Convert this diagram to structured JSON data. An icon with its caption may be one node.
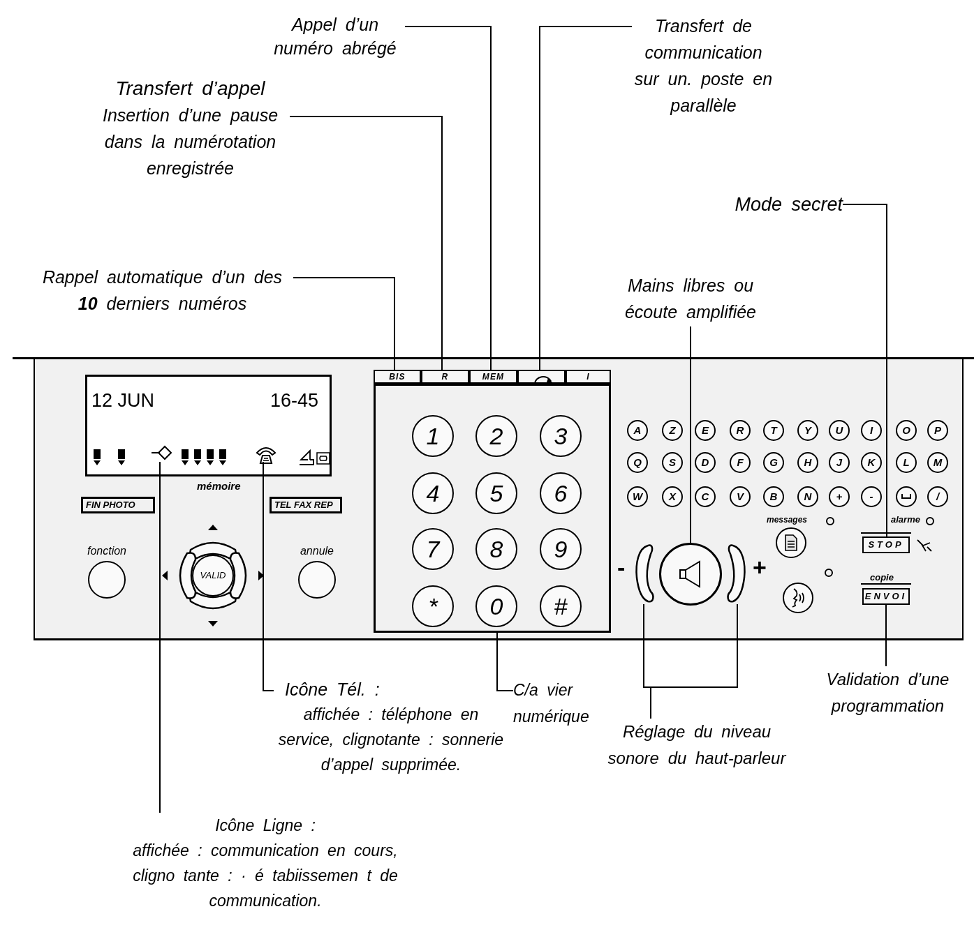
{
  "diagram": {
    "nodes": [
      {
        "text": [
          "Appel d’un numéro abrégé"
        ]
      },
      {
        "text": [
          "Transfert de communication sur un. poste en parallèle"
        ]
      },
      {
        "text": [
          "Transfert d’appel",
          "Insertion d’une pause dans la numérotation enregistrée"
        ]
      },
      {
        "text": [
          "Mode secret"
        ]
      },
      {
        "text": [
          "Rappel automatique d’un des **10** derniers numéros"
        ]
      },
      {
        "text": [
          "Mains libres ou écoute amplifiée"
        ]
      },
      {
        "text": [
          "BIS"
        ]
      },
      {
        "text": [
          "R"
        ]
      },
      {
        "text": [
          "MEM"
        ]
      },
      {
        "text": [],
        "shape": "box"
      },
      {
        "text": [
          "I"
        ]
      },
      {
        "text": [
          "12 JUN",
          "16-45"
        ]
      },
      {
        "text": [],
        "shape": "diamond",
        "in": 11
      },
      {
        "text": [],
        "shape": "picture",
        "in": 11
      },
      {
        "text": [
          "FIN PHOTO"
        ]
      },
      {
        "text": [
          "TEL FAX REP"
        ]
      },
      {
        "text": [
          "fonction"
        ]
      },
      {
        "text": [
          "VALID"
        ]
      },
      {
        "text": [
          "annule"
        ]
      },
      {
        "text": [],
        "shape": "box"
      },
      {
        "text": [
          "1"
        ],
        "in": 19
      },
      {
        "text": [
          "2"
        ],
        "in": 19
      },
      {
        "text": [
          "3"
        ],
        "in": 19
      },
      {
        "text": [
          "4"
        ],
        "in": 19
      },
      {
        "text": [
          "5"
        ],
        "in": 19
      },
      {
        "text": [
          "6"
        ],
        "in": 19
      },
      {
        "text": [
          "7"
        ],
        "in": 19
      },
      {
        "text": [
          "8"
        ],
        "in": 19
      },
      {
        "text": [
          "9"
        ],
        "in": 19
      },
      {
        "text": [
          "*"
        ],
        "in": 19
      },
      {
        "text": [
          "0"
        ],
        "in": 19
      },
      {
        "text": [
          "#"
        ],
        "in": 19
      },
      {
        "text": [
          "A"
        ]
      },
      {
        "text": [
          "Z"
        ]
      },
      {
        "text": [
          "E"
        ]
      },
      {
        "text": [
          "R"
        ]
      },
      {
        "text": [
          "T"
        ]
      },
      {
        "text": [
          "Y"
        ]
      },
      {
        "text": [
          "U"
        ]
      },
      {
        "text": [
          "I"
        ]
      },
      {
        "text": [
          "O"
        ]
      },
      {
        "text": [
          "P"
        ]
      },
      {
        "text": [
          "Q"
        ]
      },
      {
        "text": [
          "S"
        ]
      },
      {
        "text": [
          "D"
        ]
      },
      {
        "text": [
          "F"
        ]
      },
      {
        "text": [
          "G"
        ]
      },
      {
        "text": [
          "H"
        ]
      },
      {
        "text": [
          "J"
        ]
      },
      {
        "text": [
          "K"
        ]
      },
      {
        "text": [
          "L"
        ]
      },
      {
        "text": [
          "M"
        ]
      },
      {
        "text": [
          "W"
        ]
      },
      {
        "text": [
          "X"
        ]
      },
      {
        "text": [
          "C"
        ]
      },
      {
        "text": [
          "V"
        ]
      },
      {
        "text": [
          "B"
        ]
      },
      {
        "text": [
          "N"
        ]
      },
      {
        "text": [
          "+"
        ]
      },
      {
        "text": [
          "-"
        ]
      },
      {
        "text": [],
        "shape": "circle"
      },
      {
        "text": [
          "/"
        ]
      },
      {
        "text": [],
        "shape": "bar",
        "beside": [
          "-"
        ]
      },
      {
        "text": [],
        "shape": "circle"
      },
      {
        "text": [],
        "shape": "bar",
        "beside": [
          "+"
        ]
      },
      {
        "text": [
          "messages"
        ]
      },
      {
        "text": [],
        "shape": "circle"
      },
      {
        "text": [
          "STOP"
        ]
      },
      {
        "text": [
          "ENVOI"
        ]
      },
      {
        "text": [
          "Icône Tél. :",
          "affichée : téléphone en service, clignotante : sonnerie d’appel supprimée."
        ]
      },
      {
        "text": [
          "C/a vier numérique"
        ]
      },
      {
        "text": [
          "Réglage du niveau sonore du haut-parleur"
        ]
      },
      {
        "text": [
          "Validation d’une programmation"
        ]
      },
      {
        "text": [
          "Icône Ligne :",
          "affichée : communication en cours, cligno tante : · é tabiissemen t de communication."
        ]
      }
    ],
    "edges": [
      {
        "from": 0,
        "to": 8,
        "arrow": "none"
      },
      {
        "from": 1,
        "to": 9,
        "arrow": "none"
      },
      {
        "from": 2,
        "to": 7,
        "arrow": "none"
      },
      {
        "from": 3,
        "to": 67,
        "arrow": "none"
      },
      {
        "from": 4,
        "to": 6,
        "arrow": "none"
      },
      {
        "from": 5,
        "to": 63,
        "arrow": "none"
      },
      {
        "from": 69,
        "to": 13,
        "arrow": "none"
      },
      {
        "from": 70,
        "to": 19,
        "arrow": "none"
      },
      {
        "from": 71,
        "to": 62,
        "arrow": "none"
      },
      {
        "from": 71,
        "to": 64,
        "arrow": "none"
      },
      {
        "from": 72,
        "to": 68,
        "arrow": "none"
      },
      {
        "from": 73,
        "to": 12,
        "arrow": "none"
      }
    ],
    "labels": [
      "mémoire",
      "alarme",
      "copie"
    ]
  }
}
